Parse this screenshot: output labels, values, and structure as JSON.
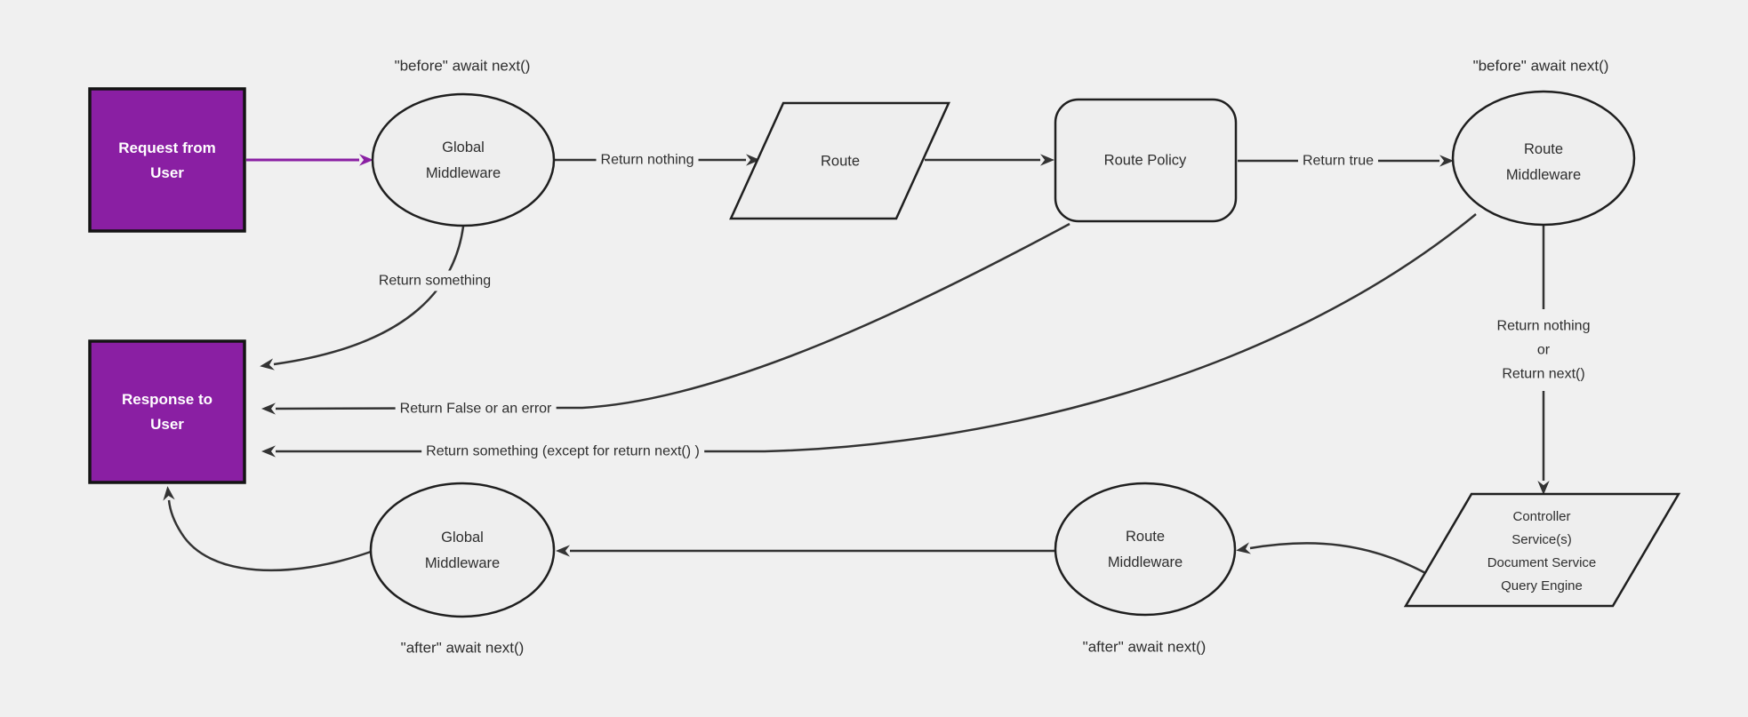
{
  "diagram": {
    "title": "Strapi request / response lifecycle flowchart",
    "colors": {
      "background": "#f0f0f0",
      "accent_purple": "#8a1fa3",
      "edge_color": "#333333",
      "shape_fill": "#eeeeee",
      "shape_stroke": "#1f1f1f",
      "text_color": "#2e2e2e",
      "inverse_text_color": "#ffffff"
    },
    "nodes": {
      "request": {
        "label": "Request from\nUser"
      },
      "response": {
        "label": "Response to\nUser"
      },
      "global_middleware_top": {
        "label": "Global\nMiddleware"
      },
      "route": {
        "label": "Route"
      },
      "route_policy": {
        "label": "Route Policy"
      },
      "route_middleware_top": {
        "label": "Route\nMiddleware"
      },
      "controller_stack": {
        "label": "Controller\nService(s)\nDocument Service\nQuery Engine"
      },
      "route_middleware_bottom": {
        "label": "Route\nMiddleware"
      },
      "global_middleware_bottom": {
        "label": "Global\nMiddleware"
      }
    },
    "edge_labels": {
      "before_await_left": "\"before\" await next()",
      "before_await_right": "\"before\" await next()",
      "return_nothing": "Return nothing",
      "return_true": "Return true",
      "return_something": "Return something",
      "return_false_or_error": "Return False or an error",
      "return_something_except": "Return something (except for return next() )",
      "return_nothing_or_next": "Return nothing\nor\nReturn next()",
      "after_await_left": "\"after\" await next()",
      "after_await_right": "\"after\" await next()"
    }
  }
}
